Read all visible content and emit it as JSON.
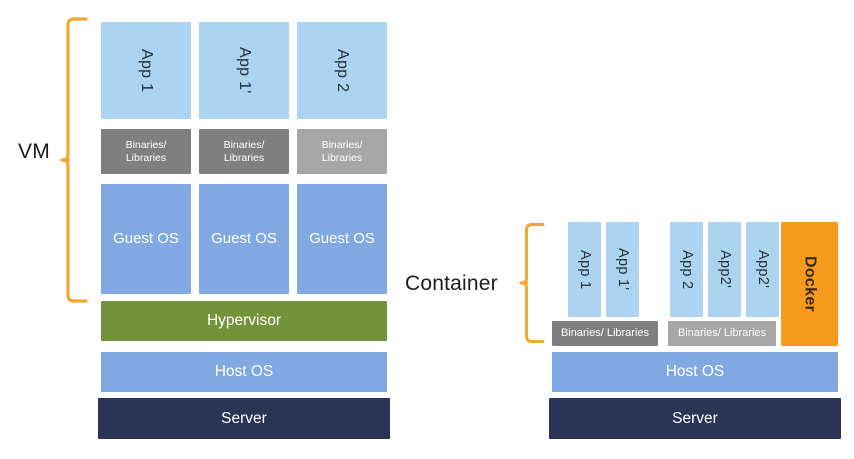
{
  "diagram": {
    "title_vm": "VM",
    "title_container": "Container",
    "accent_color": "#F0A830",
    "colors": {
      "app": "#ACD4F0",
      "binaries_dark": "#7F7F7F",
      "binaries_light": "#A6A6A6",
      "guest_os": "#7FA9E0",
      "hypervisor": "#72933A",
      "host_os": "#7FA9E0",
      "server": "#2B3356",
      "docker": "#F79B1E",
      "brace": "#F0A830",
      "background": "#FFFFFF"
    }
  },
  "vm_stack": {
    "label": "VM",
    "apps": [
      {
        "label": "App 1"
      },
      {
        "label": "App 1'"
      },
      {
        "label": "App 2"
      }
    ],
    "binaries": [
      {
        "label": "Binaries/\nLibraries",
        "line1": "Binaries/",
        "line2": "Libraries",
        "shade": "dark"
      },
      {
        "label": "Binaries/\nLibraries",
        "line1": "Binaries/",
        "line2": "Libraries",
        "shade": "dark"
      },
      {
        "label": "Binaries/\nLibraries",
        "line1": "Binaries/",
        "line2": "Libraries",
        "shade": "light"
      }
    ],
    "guest_os": [
      {
        "label": "Guest OS"
      },
      {
        "label": "Guest OS"
      },
      {
        "label": "Guest OS"
      }
    ],
    "hypervisor": "Hypervisor",
    "host_os": "Host OS",
    "server": "Server"
  },
  "container_stack": {
    "label": "Container",
    "apps": [
      {
        "label": "App 1"
      },
      {
        "label": "App 1'"
      },
      {
        "label": "App 2"
      },
      {
        "label": "App2'"
      },
      {
        "label": "App2'"
      }
    ],
    "docker": "Docker",
    "binaries": [
      {
        "label": "Binaries/ Libraries",
        "shade": "dark"
      },
      {
        "label": "Binaries/ Libraries",
        "shade": "light"
      }
    ],
    "host_os": "Host OS",
    "server": "Server"
  }
}
